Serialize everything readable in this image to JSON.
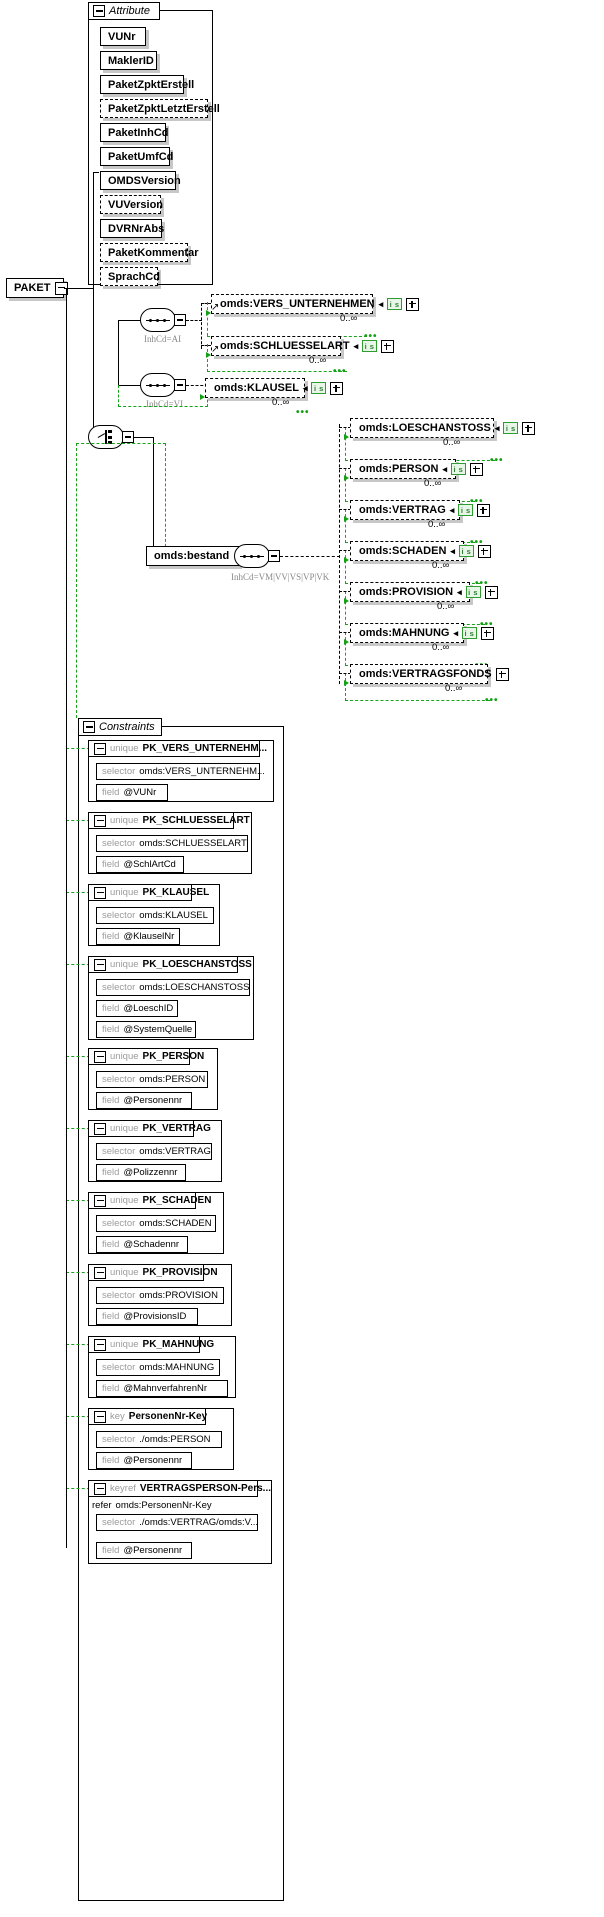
{
  "diagram": {
    "root_element": "PAKET",
    "attribute_group": {
      "title": "Attribute",
      "attributes": [
        {
          "name": "VUNr",
          "optional": false
        },
        {
          "name": "MaklerID",
          "optional": false
        },
        {
          "name": "PaketZpktErstell",
          "optional": false
        },
        {
          "name": "PaketZpktLetztErstell",
          "optional": true
        },
        {
          "name": "PaketInhCd",
          "optional": false
        },
        {
          "name": "PaketUmfCd",
          "optional": false
        },
        {
          "name": "OMDSVersion",
          "optional": false
        },
        {
          "name": "VUVersion",
          "optional": true
        },
        {
          "name": "DVRNrAbs",
          "optional": false
        },
        {
          "name": "PaketKommentar",
          "optional": true
        },
        {
          "name": "SprachCd",
          "optional": true
        }
      ]
    },
    "compositors": {
      "seq_ai": {
        "type": "sequence",
        "label": "InhCd=AI"
      },
      "seq_vi": {
        "type": "sequence",
        "label": "InhCd=VI"
      },
      "choice_root": {
        "type": "choice",
        "label": ""
      },
      "seq_bestand": {
        "type": "sequence",
        "label": "InhCd=VM|VV|VS|VP|VK"
      }
    },
    "branch_ai": [
      {
        "name": "omds:VERS_UNTERNEHMEN",
        "badge": "i s",
        "expand": "+",
        "cardinality": "0..∞"
      },
      {
        "name": "omds:SCHLUESSELART",
        "badge": "i s",
        "expand": "+",
        "cardinality": "0..∞"
      }
    ],
    "branch_vi": [
      {
        "name": "omds:KLAUSEL",
        "badge": "i s",
        "expand": "+",
        "cardinality": "0..∞"
      }
    ],
    "bestand": {
      "name": "omds:bestand",
      "children": [
        {
          "name": "omds:LOESCHANSTOSS",
          "badge": "i s",
          "expand": "+",
          "cardinality": "0..∞"
        },
        {
          "name": "omds:PERSON",
          "badge": "i s",
          "expand": "+",
          "cardinality": "0..∞"
        },
        {
          "name": "omds:VERTRAG",
          "badge": "i s",
          "expand": "+",
          "cardinality": "0..∞"
        },
        {
          "name": "omds:SCHADEN",
          "badge": "i s",
          "expand": "+",
          "cardinality": "0..∞"
        },
        {
          "name": "omds:PROVISION",
          "badge": "i s",
          "expand": "+",
          "cardinality": "0..∞"
        },
        {
          "name": "omds:MAHNUNG",
          "badge": "i s",
          "expand": "+",
          "cardinality": "0..∞"
        },
        {
          "name": "omds:VERTRAGSFONDS",
          "badge": "",
          "expand": "+",
          "cardinality": "0..∞"
        }
      ]
    },
    "constraints": {
      "title": "Constraints",
      "items": [
        {
          "kind": "unique",
          "name": "PK_VERS_UNTERNEHM...",
          "rows": [
            {
              "label": "selector",
              "value": "omds:VERS_UNTERNEHM..."
            },
            {
              "label": "field",
              "value": "@VUNr"
            }
          ]
        },
        {
          "kind": "unique",
          "name": "PK_SCHLUESSELART",
          "rows": [
            {
              "label": "selector",
              "value": "omds:SCHLUESSELART"
            },
            {
              "label": "field",
              "value": "@SchlArtCd"
            }
          ]
        },
        {
          "kind": "unique",
          "name": "PK_KLAUSEL",
          "rows": [
            {
              "label": "selector",
              "value": "omds:KLAUSEL"
            },
            {
              "label": "field",
              "value": "@KlauselNr"
            }
          ]
        },
        {
          "kind": "unique",
          "name": "PK_LOESCHANSTOSS",
          "rows": [
            {
              "label": "selector",
              "value": "omds:LOESCHANSTOSS"
            },
            {
              "label": "field",
              "value": "@LoeschID"
            },
            {
              "label": "field",
              "value": "@SystemQuelle"
            }
          ]
        },
        {
          "kind": "unique",
          "name": "PK_PERSON",
          "rows": [
            {
              "label": "selector",
              "value": "omds:PERSON"
            },
            {
              "label": "field",
              "value": "@Personennr"
            }
          ]
        },
        {
          "kind": "unique",
          "name": "PK_VERTRAG",
          "rows": [
            {
              "label": "selector",
              "value": "omds:VERTRAG"
            },
            {
              "label": "field",
              "value": "@Polizzennr"
            }
          ]
        },
        {
          "kind": "unique",
          "name": "PK_SCHADEN",
          "rows": [
            {
              "label": "selector",
              "value": "omds:SCHADEN"
            },
            {
              "label": "field",
              "value": "@Schadennr"
            }
          ]
        },
        {
          "kind": "unique",
          "name": "PK_PROVISION",
          "rows": [
            {
              "label": "selector",
              "value": "omds:PROVISION"
            },
            {
              "label": "field",
              "value": "@ProvisionsID"
            }
          ]
        },
        {
          "kind": "unique",
          "name": "PK_MAHNUNG",
          "rows": [
            {
              "label": "selector",
              "value": "omds:MAHNUNG"
            },
            {
              "label": "field",
              "value": "@MahnverfahrenNr"
            }
          ]
        },
        {
          "kind": "key",
          "name": "PersonenNr-Key",
          "rows": [
            {
              "label": "selector",
              "value": "./omds:PERSON"
            },
            {
              "label": "field",
              "value": "@Personennr"
            }
          ]
        },
        {
          "kind": "keyref",
          "name": "VERTRAGSPERSON-Pers...",
          "refer_label": "refer",
          "refer_value": "omds:PersonenNr-Key",
          "rows": [
            {
              "label": "selector",
              "value": "./omds:VERTRAG/omds:V..."
            },
            {
              "label": "field",
              "value": "@Personennr"
            }
          ]
        }
      ]
    }
  }
}
